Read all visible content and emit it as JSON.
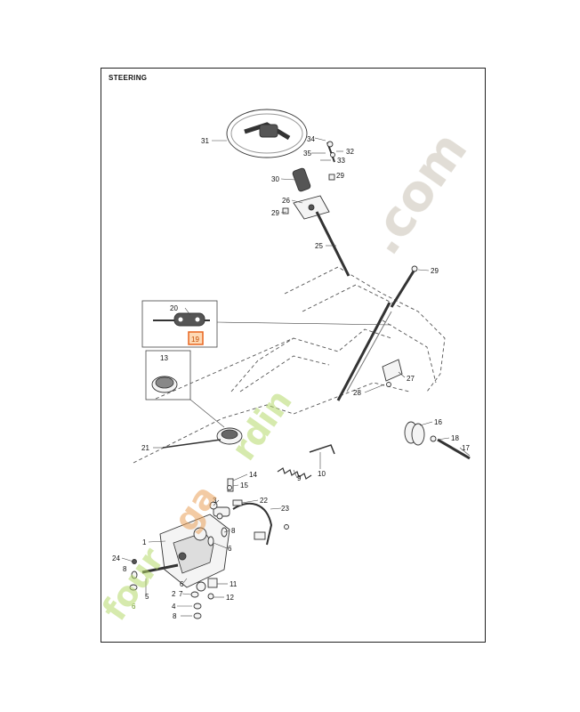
{
  "title": "STEERING",
  "callouts": [
    {
      "id": "c31",
      "text": "31"
    },
    {
      "id": "c34",
      "text": "34"
    },
    {
      "id": "c32",
      "text": "32"
    },
    {
      "id": "c35",
      "text": "35"
    },
    {
      "id": "c33",
      "text": "33"
    },
    {
      "id": "c30",
      "text": "30"
    },
    {
      "id": "c29a",
      "text": "29"
    },
    {
      "id": "c26",
      "text": "26"
    },
    {
      "id": "c29b",
      "text": "29"
    },
    {
      "id": "c25",
      "text": "25"
    },
    {
      "id": "c29c",
      "text": "29"
    },
    {
      "id": "c20",
      "text": "20"
    },
    {
      "id": "c19",
      "text": "19"
    },
    {
      "id": "c13",
      "text": "13"
    },
    {
      "id": "c27",
      "text": "27"
    },
    {
      "id": "c28",
      "text": "28"
    },
    {
      "id": "c16",
      "text": "16"
    },
    {
      "id": "c18",
      "text": "18"
    },
    {
      "id": "c17",
      "text": "17"
    },
    {
      "id": "c21",
      "text": "21"
    },
    {
      "id": "c10",
      "text": "10"
    },
    {
      "id": "c14",
      "text": "14"
    },
    {
      "id": "c9",
      "text": "9"
    },
    {
      "id": "c15",
      "text": "15"
    },
    {
      "id": "c22",
      "text": "22"
    },
    {
      "id": "c3",
      "text": "3"
    },
    {
      "id": "c23",
      "text": "23"
    },
    {
      "id": "c8a",
      "text": "8"
    },
    {
      "id": "c1",
      "text": "1"
    },
    {
      "id": "c6a",
      "text": "6"
    },
    {
      "id": "c24",
      "text": "24"
    },
    {
      "id": "c8b",
      "text": "8"
    },
    {
      "id": "c6b",
      "text": "6"
    },
    {
      "id": "c5",
      "text": "5"
    },
    {
      "id": "c7",
      "text": "7"
    },
    {
      "id": "c11",
      "text": "11"
    },
    {
      "id": "c2",
      "text": "2"
    },
    {
      "id": "c12",
      "text": "12"
    },
    {
      "id": "c6c",
      "text": "6"
    },
    {
      "id": "c4",
      "text": "4"
    },
    {
      "id": "c8c",
      "text": "8"
    }
  ],
  "highlight_color": "#e8651f",
  "watermark": {
    "text": "fourgardin.com",
    "color_green": "#b5d96a",
    "color_grey": "#c9c2b4"
  }
}
